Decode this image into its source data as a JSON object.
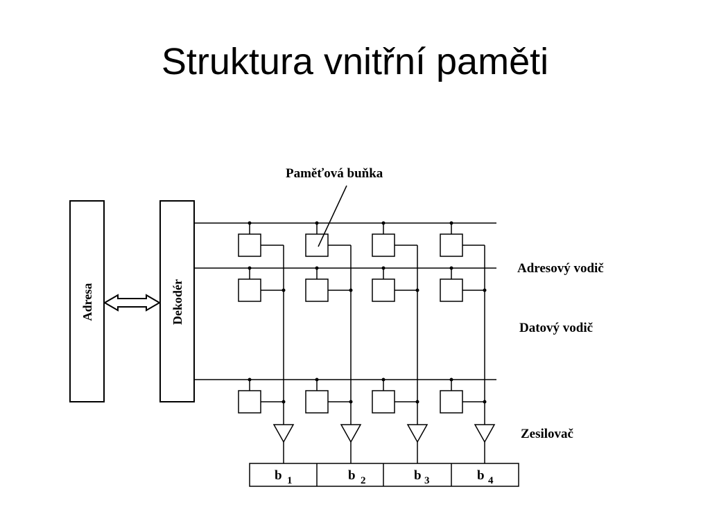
{
  "slide": {
    "title": "Struktura vnitřní paměti"
  },
  "diagram": {
    "blocks": {
      "address": "Adresa",
      "decoder": "Dekodér"
    },
    "callouts": {
      "memory_cell": "Paměťová buňka",
      "address_wire": "Adresový vodič",
      "data_wire": "Datový vodič",
      "amplifier": "Zesilovač"
    },
    "output_bits": [
      {
        "base": "b",
        "index": "1"
      },
      {
        "base": "b",
        "index": "2"
      },
      {
        "base": "b",
        "index": "3"
      },
      {
        "base": "b",
        "index": "4"
      }
    ]
  },
  "colors": {
    "line": "#000000",
    "background": "#ffffff"
  }
}
